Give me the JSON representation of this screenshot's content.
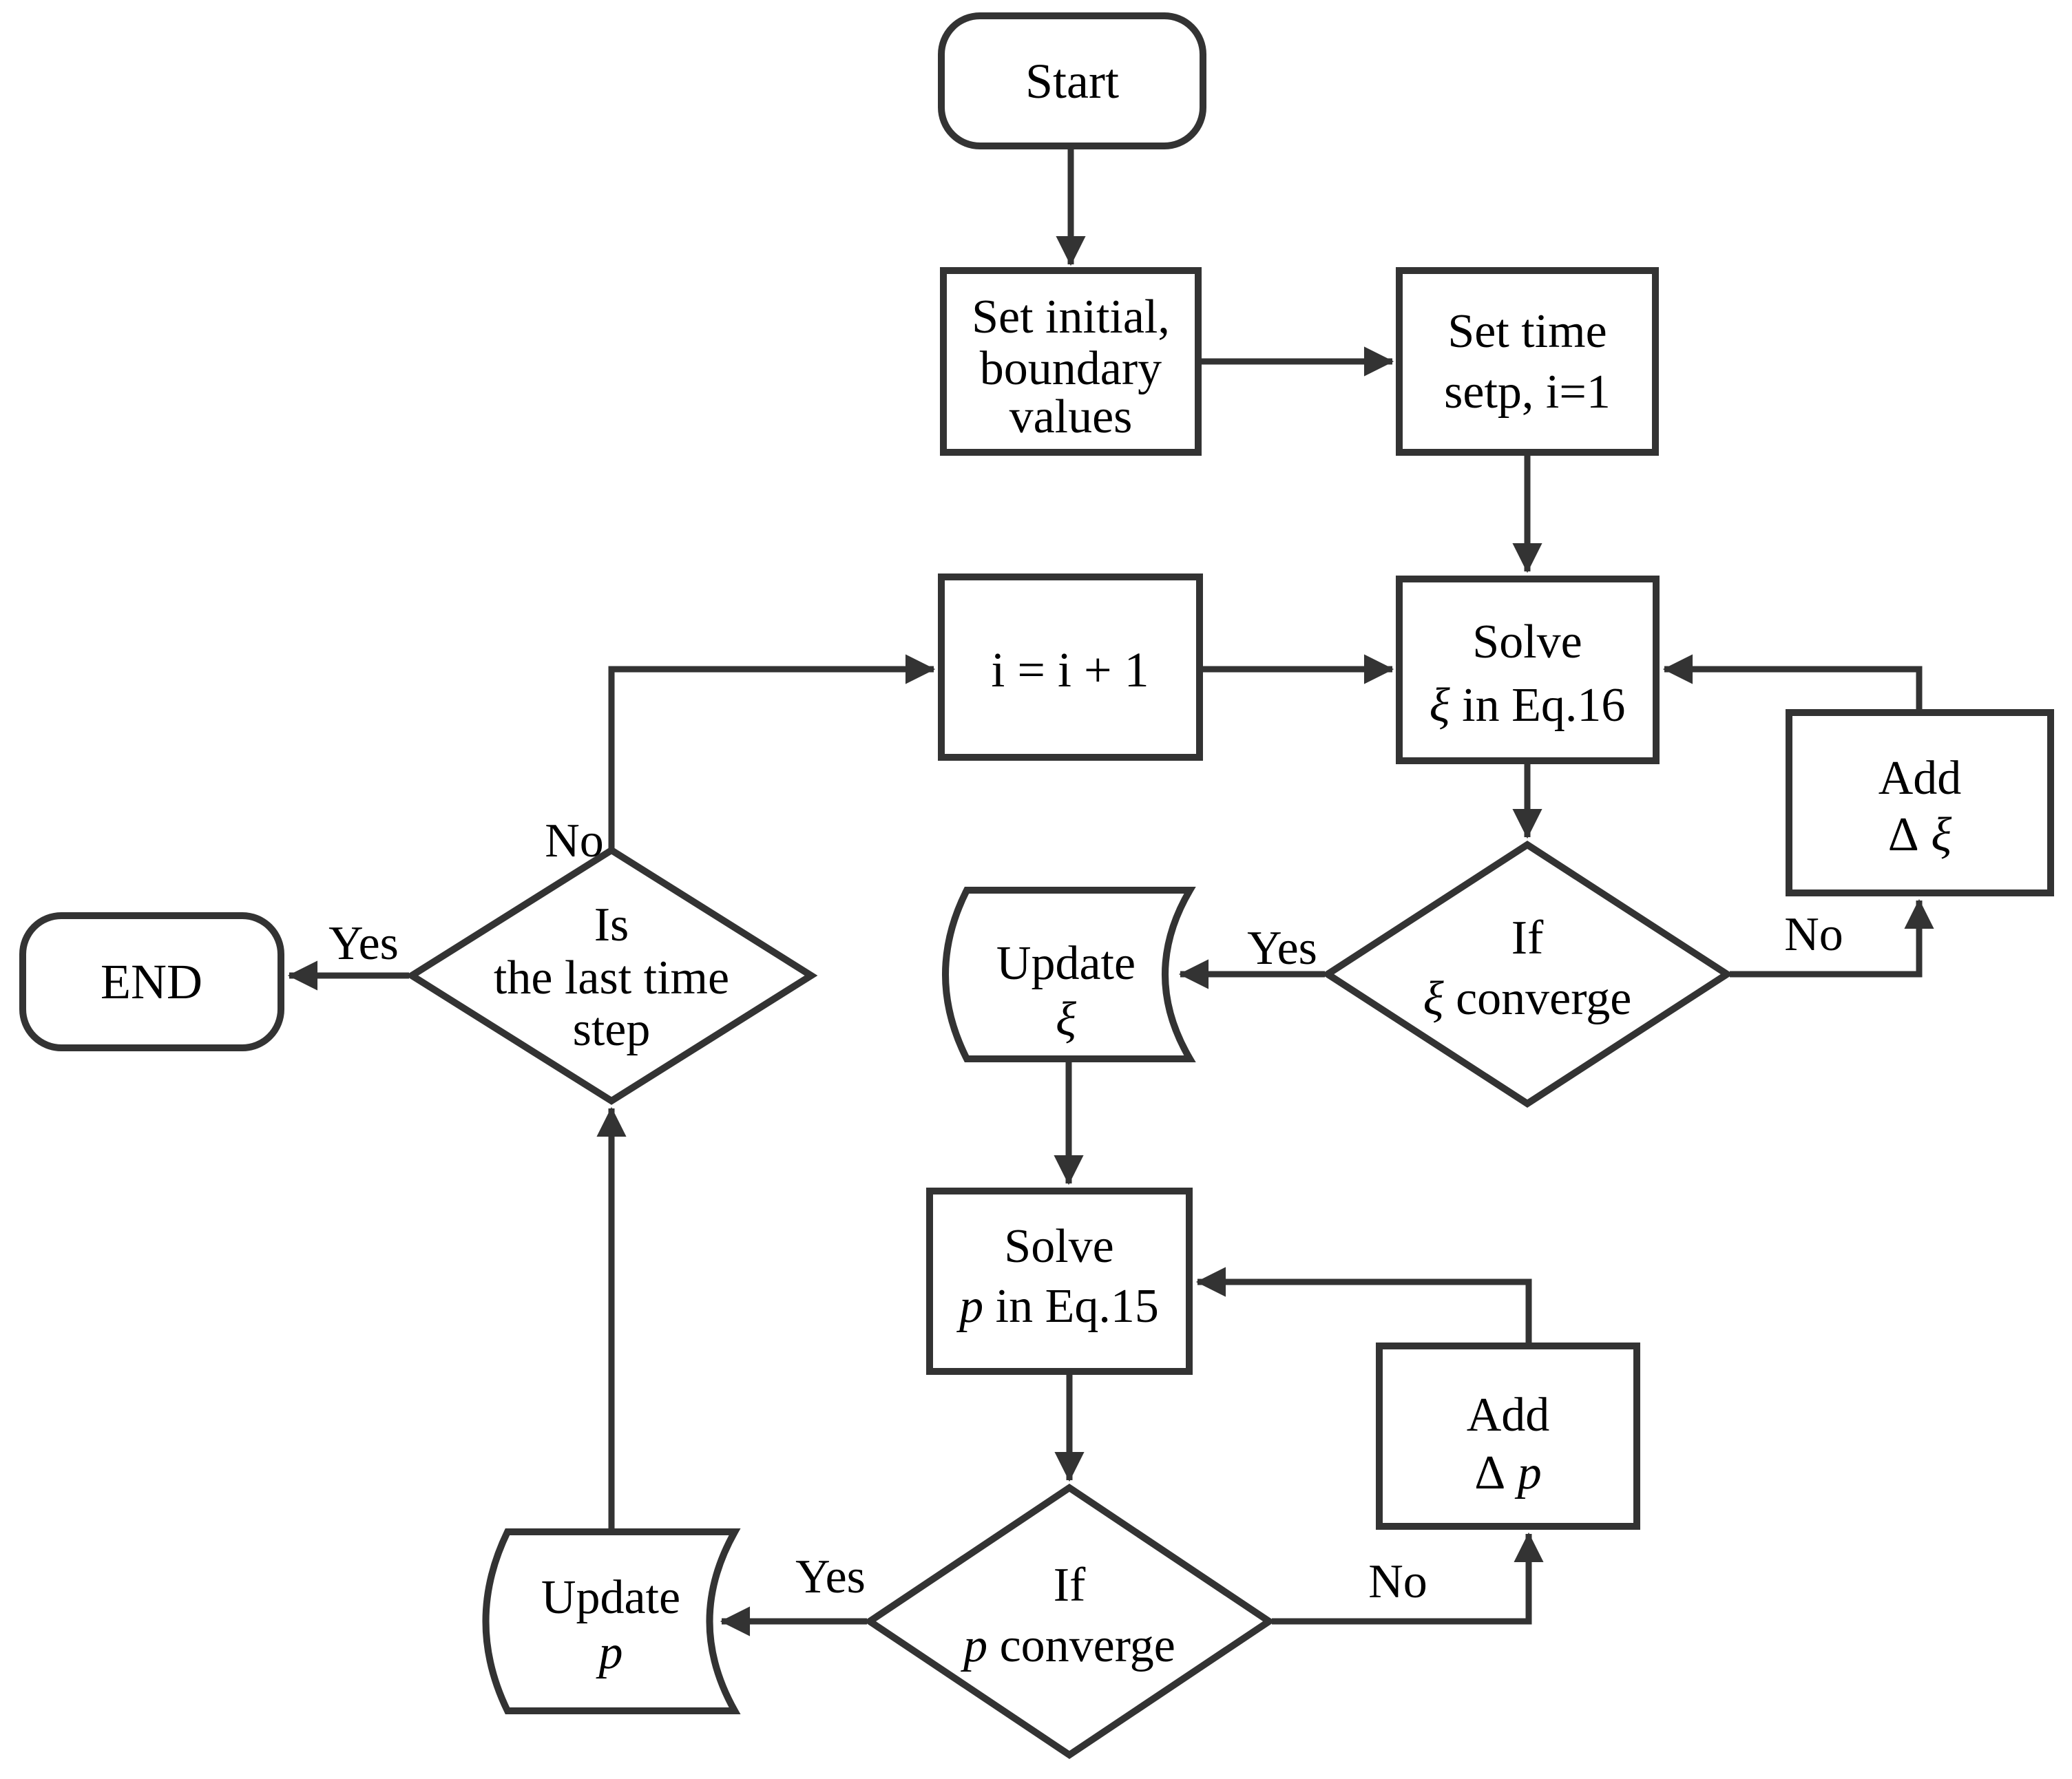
{
  "diagram": {
    "background": "#ffffff",
    "stroke_color": "#333333",
    "text_color": "#000000"
  },
  "nodes": {
    "start": {
      "label": "Start"
    },
    "set_initial": {
      "line1": "Set initial,",
      "line2": "boundary",
      "line3": "values"
    },
    "set_time": {
      "line1": "Set time",
      "line2": "setp, i=1"
    },
    "increment": {
      "label": "i = i + 1"
    },
    "solve_xi": {
      "line1": "Solve",
      "var": "ξ",
      "rest": " in Eq.16"
    },
    "add_dxi": {
      "line1": "Add",
      "delta": "Δ ",
      "var": "ξ"
    },
    "if_xi": {
      "line1": "If",
      "var": "ξ",
      "rest": " converge"
    },
    "update_xi": {
      "line1": "Update",
      "var": "ξ"
    },
    "solve_p": {
      "line1": "Solve",
      "var": "p",
      "rest": " in Eq.15"
    },
    "add_dp": {
      "line1": "Add",
      "delta": "Δ ",
      "var": "p"
    },
    "if_p": {
      "line1": "If",
      "var": "p",
      "rest": " converge"
    },
    "update_p": {
      "line1": "Update",
      "var": "p"
    },
    "last_step": {
      "line1": "Is",
      "line2": "the last time",
      "line3": "step"
    },
    "end": {
      "label": "END"
    }
  },
  "edge_labels": {
    "no_last_step": "No",
    "yes_end": "Yes",
    "yes_update_xi": "Yes",
    "no_add_dxi": "No",
    "yes_update_p": "Yes",
    "no_add_dp": "No"
  }
}
